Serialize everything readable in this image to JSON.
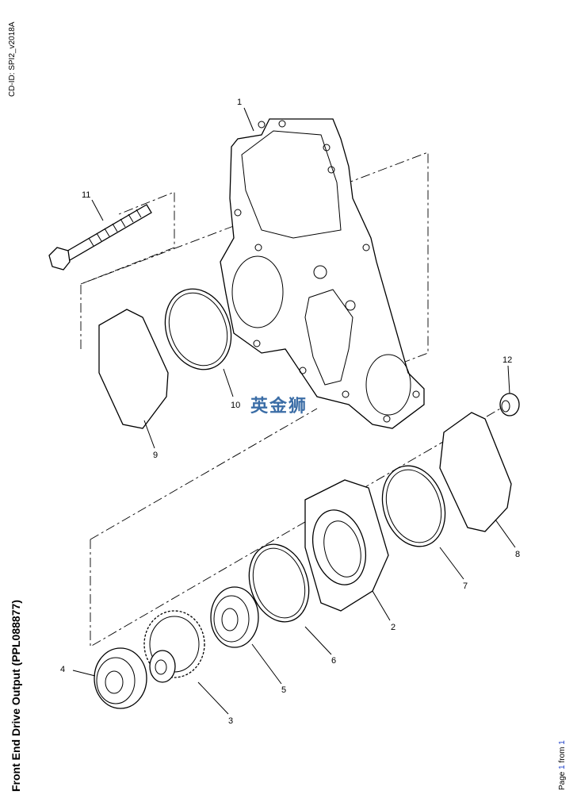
{
  "header": {
    "cd_id": "CD-ID: SPI2_v2018A"
  },
  "title": "Front End Drive Output (PPL088877)",
  "footer": {
    "page_word": "Page",
    "page": "1",
    "from_word": "from",
    "total": "1"
  },
  "watermark": "英金狮",
  "callouts": [
    "1",
    "2",
    "3",
    "4",
    "5",
    "6",
    "7",
    "8",
    "9",
    "10",
    "11",
    "12"
  ]
}
